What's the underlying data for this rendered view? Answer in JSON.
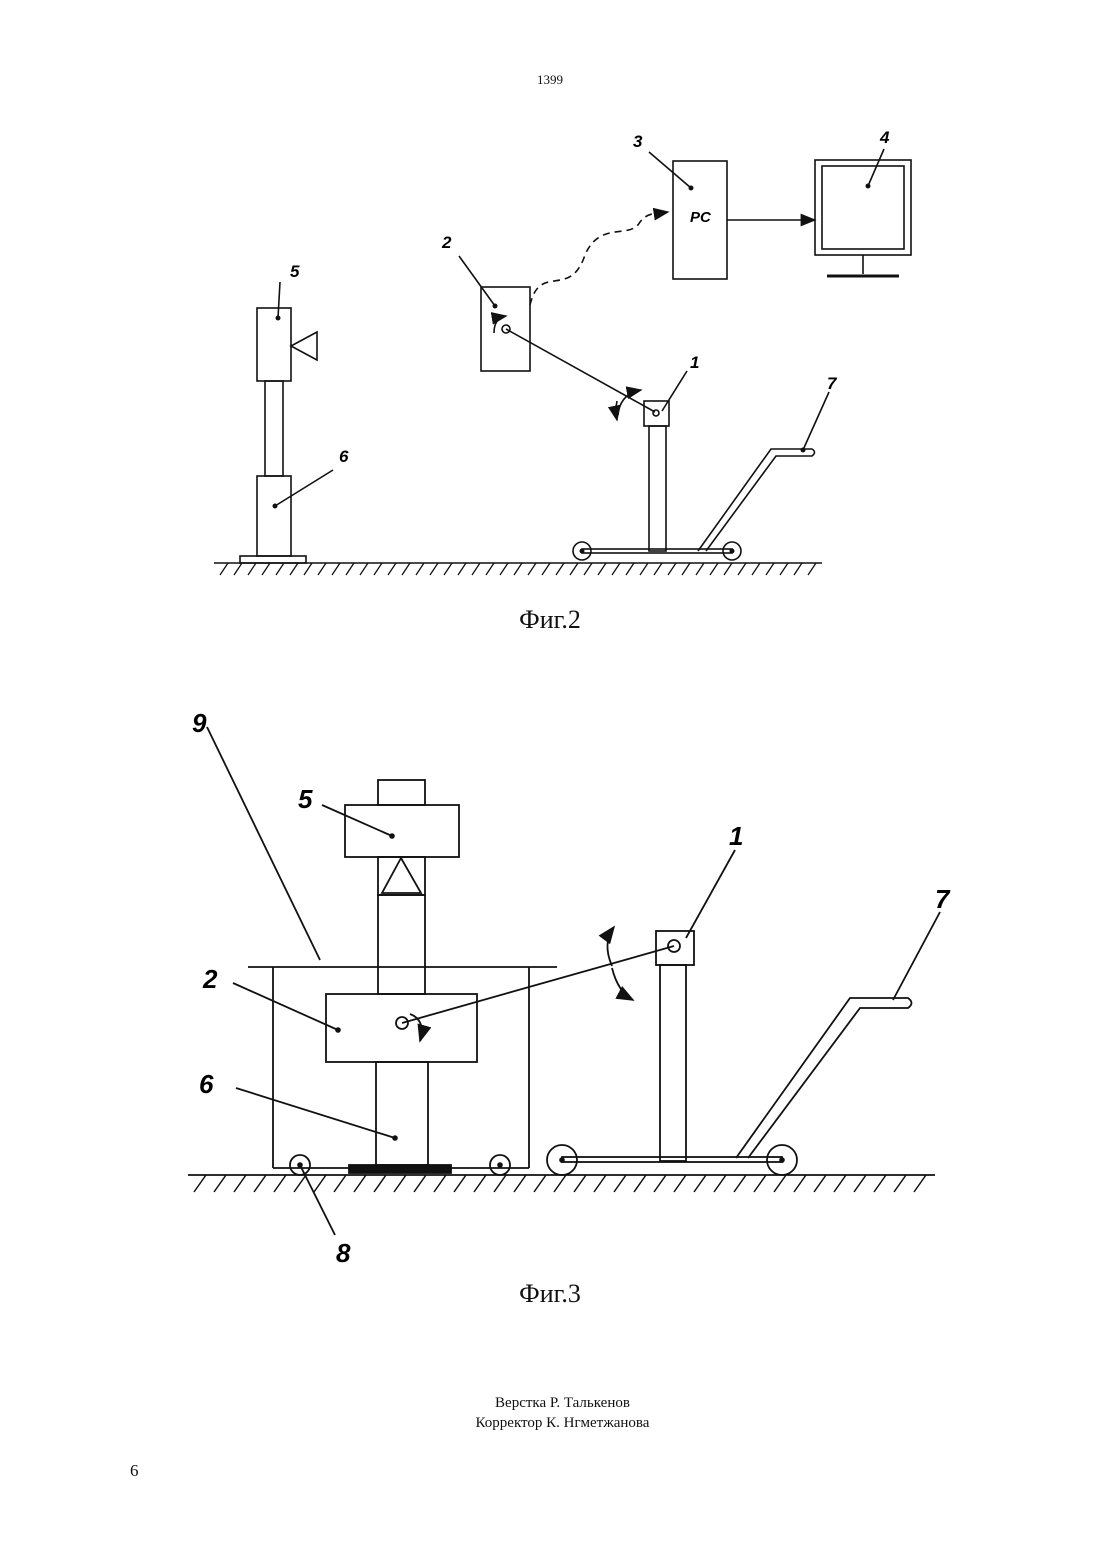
{
  "header": {
    "page_code": "1399"
  },
  "figure2": {
    "caption": "Фиг.2",
    "labels": {
      "l1": "1",
      "l2": "2",
      "l3": "3",
      "l4": "4",
      "l5": "5",
      "l6": "6",
      "l7": "7"
    },
    "pc_text": "PC"
  },
  "figure3": {
    "caption": "Фиг.3",
    "labels": {
      "l1": "1",
      "l2": "2",
      "l5": "5",
      "l6": "6",
      "l7": "7",
      "l8": "8",
      "l9": "9"
    }
  },
  "footer": {
    "layout_credit": "Верстка Р. Талькенов",
    "proof_credit": "Корректор К. Нгметжанова",
    "page_number": "6"
  }
}
